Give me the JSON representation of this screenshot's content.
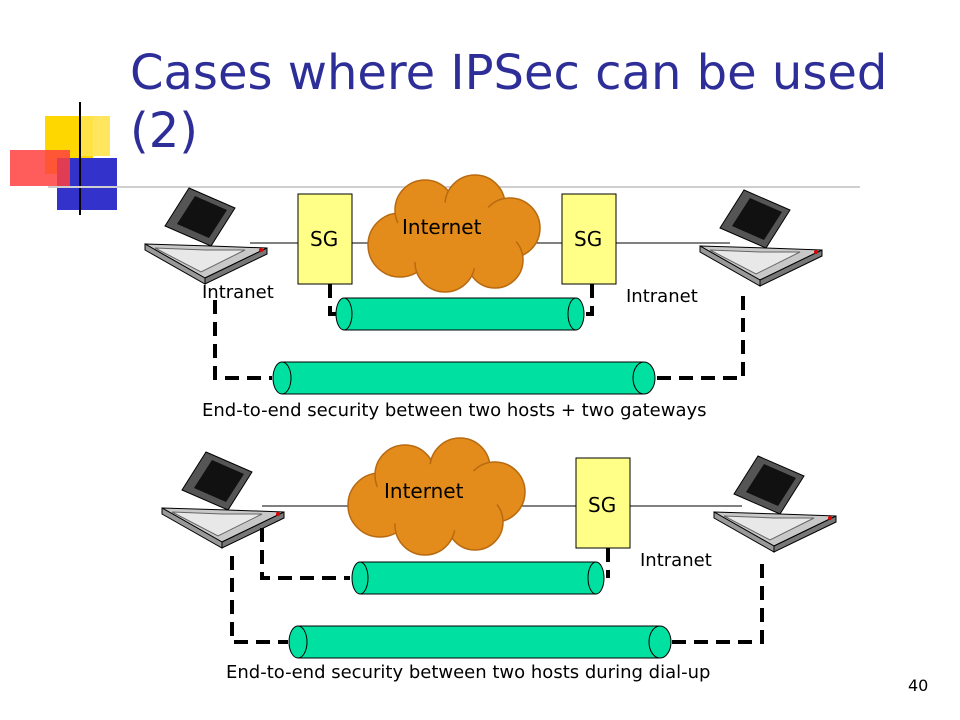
{
  "slide": {
    "title": "Cases where IPSec can be used (2)",
    "page_number": "40"
  },
  "diagram_top": {
    "gateway_left_label": "SG",
    "gateway_right_label": "SG",
    "cloud_label": "Internet",
    "intranet_left_label": "Intranet",
    "intranet_right_label": "Intranet",
    "caption": "End-to-end security between two hosts + two gateways"
  },
  "diagram_bottom": {
    "gateway_label": "SG",
    "cloud_label": "Internet",
    "intranet_label": "Intranet",
    "caption": "End-to-end security between two hosts during dial-up"
  },
  "colors": {
    "title": "#2e2e99",
    "cloud": "#e38b1b",
    "gateway": "#ffff88",
    "tunnel": "#00e0a0"
  }
}
